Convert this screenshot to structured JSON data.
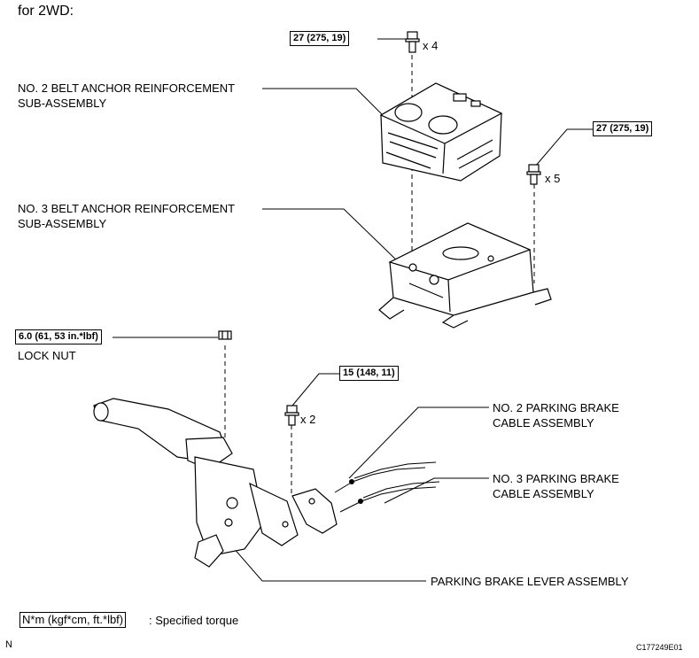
{
  "title": "for 2WD:",
  "parts": {
    "belt_anchor_2_l1": "NO. 2 BELT ANCHOR REINFORCEMENT",
    "belt_anchor_2_l2": "SUB-ASSEMBLY",
    "belt_anchor_3_l1": "NO. 3 BELT ANCHOR REINFORCEMENT",
    "belt_anchor_3_l2": "SUB-ASSEMBLY",
    "lock_nut": "LOCK NUT",
    "cable_2_l1": "NO. 2 PARKING BRAKE",
    "cable_2_l2": "CABLE ASSEMBLY",
    "cable_3_l1": "NO. 3 PARKING BRAKE",
    "cable_3_l2": "CABLE ASSEMBLY",
    "lever": "PARKING BRAKE LEVER ASSEMBLY"
  },
  "torques": {
    "top_bolt": "27 (275, 19)",
    "right_bolt": "27 (275, 19)",
    "lock_nut": "6.0 (61, 53 in.*lbf)",
    "lever_bolt": "15 (148, 11)"
  },
  "quantities": {
    "top_bolt": "x 4",
    "right_bolt": "x 5",
    "lever_bolt": "x 2"
  },
  "legend": {
    "unit_box": "N*m (kgf*cm, ft.*lbf)",
    "desc": ": Specified torque"
  },
  "footer": {
    "left": "N",
    "code": "C177249E01"
  }
}
